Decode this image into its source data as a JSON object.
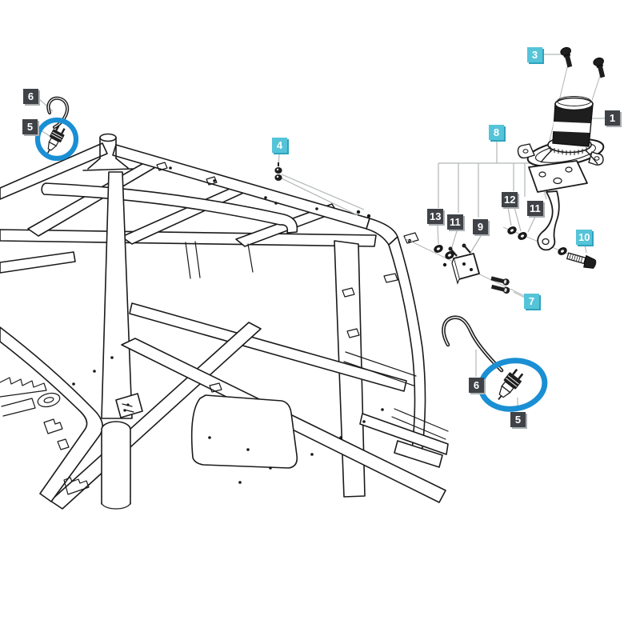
{
  "page": {
    "background": "#ffffff"
  },
  "diagram": {
    "kind": "exploded-parts-diagram",
    "subject": "Tractor cab frame with beacon light mounting assembly",
    "colors": {
      "callout_cyan": "#55c4d8",
      "callout_dark": "#3f4347",
      "highlight_blue": "#1a8fd4",
      "line_ink": "#1b1b1b",
      "leader_gray": "#b2b6b8"
    },
    "callouts": [
      {
        "id": "c3",
        "number": "3",
        "style": "cyan"
      },
      {
        "id": "c1",
        "number": "1",
        "style": "dark"
      },
      {
        "id": "c8",
        "number": "8",
        "style": "cyan"
      },
      {
        "id": "c4",
        "number": "4",
        "style": "cyan"
      },
      {
        "id": "c6-top-left",
        "number": "6",
        "style": "dark"
      },
      {
        "id": "c5-top-left",
        "number": "5",
        "style": "dark"
      },
      {
        "id": "c13",
        "number": "13",
        "style": "dark"
      },
      {
        "id": "c11-left",
        "number": "11",
        "style": "dark"
      },
      {
        "id": "c9",
        "number": "9",
        "style": "dark"
      },
      {
        "id": "c12",
        "number": "12",
        "style": "dark"
      },
      {
        "id": "c11-right",
        "number": "11",
        "style": "dark"
      },
      {
        "id": "c10",
        "number": "10",
        "style": "cyan"
      },
      {
        "id": "c7",
        "number": "7",
        "style": "cyan"
      },
      {
        "id": "c6-bottom-right",
        "number": "6",
        "style": "dark"
      },
      {
        "id": "c5-bottom-right",
        "number": "5",
        "style": "dark"
      }
    ],
    "highlights": [
      {
        "id": "top-left",
        "shape": "circle"
      },
      {
        "id": "bottom-right",
        "shape": "ellipse"
      }
    ]
  }
}
